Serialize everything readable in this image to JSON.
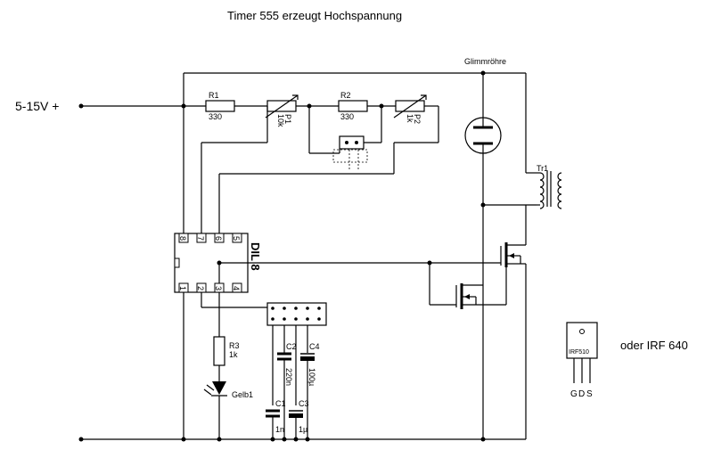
{
  "title": "Timer 555 erzeugt Hochspannung",
  "supply": "5-15V +",
  "tube_label": "Glimmröhre",
  "r1": {
    "name": "R1",
    "value": "330"
  },
  "p1": {
    "name": "P1",
    "value": "10k"
  },
  "r2": {
    "name": "R2",
    "value": "330"
  },
  "p2": {
    "name": "P2",
    "value": "1k"
  },
  "transformer": "Tr1",
  "ic": {
    "package": "DIL 8",
    "pins_top": [
      "8",
      "7",
      "6",
      "5"
    ],
    "pins_bottom": [
      "1",
      "2",
      "3",
      "4"
    ]
  },
  "r3": {
    "name": "R3",
    "value": "1k"
  },
  "led": "Gelb1",
  "c1": {
    "name": "C1",
    "value": "1n"
  },
  "c2": {
    "name": "C2",
    "value": "220n"
  },
  "c3": {
    "name": "C3",
    "value": "1µ"
  },
  "c4": {
    "name": "C4",
    "value": "100µ"
  },
  "mosfet": {
    "part": "IRF510",
    "pins": [
      "G",
      "D",
      "S"
    ]
  },
  "alternative": "oder IRF 640"
}
